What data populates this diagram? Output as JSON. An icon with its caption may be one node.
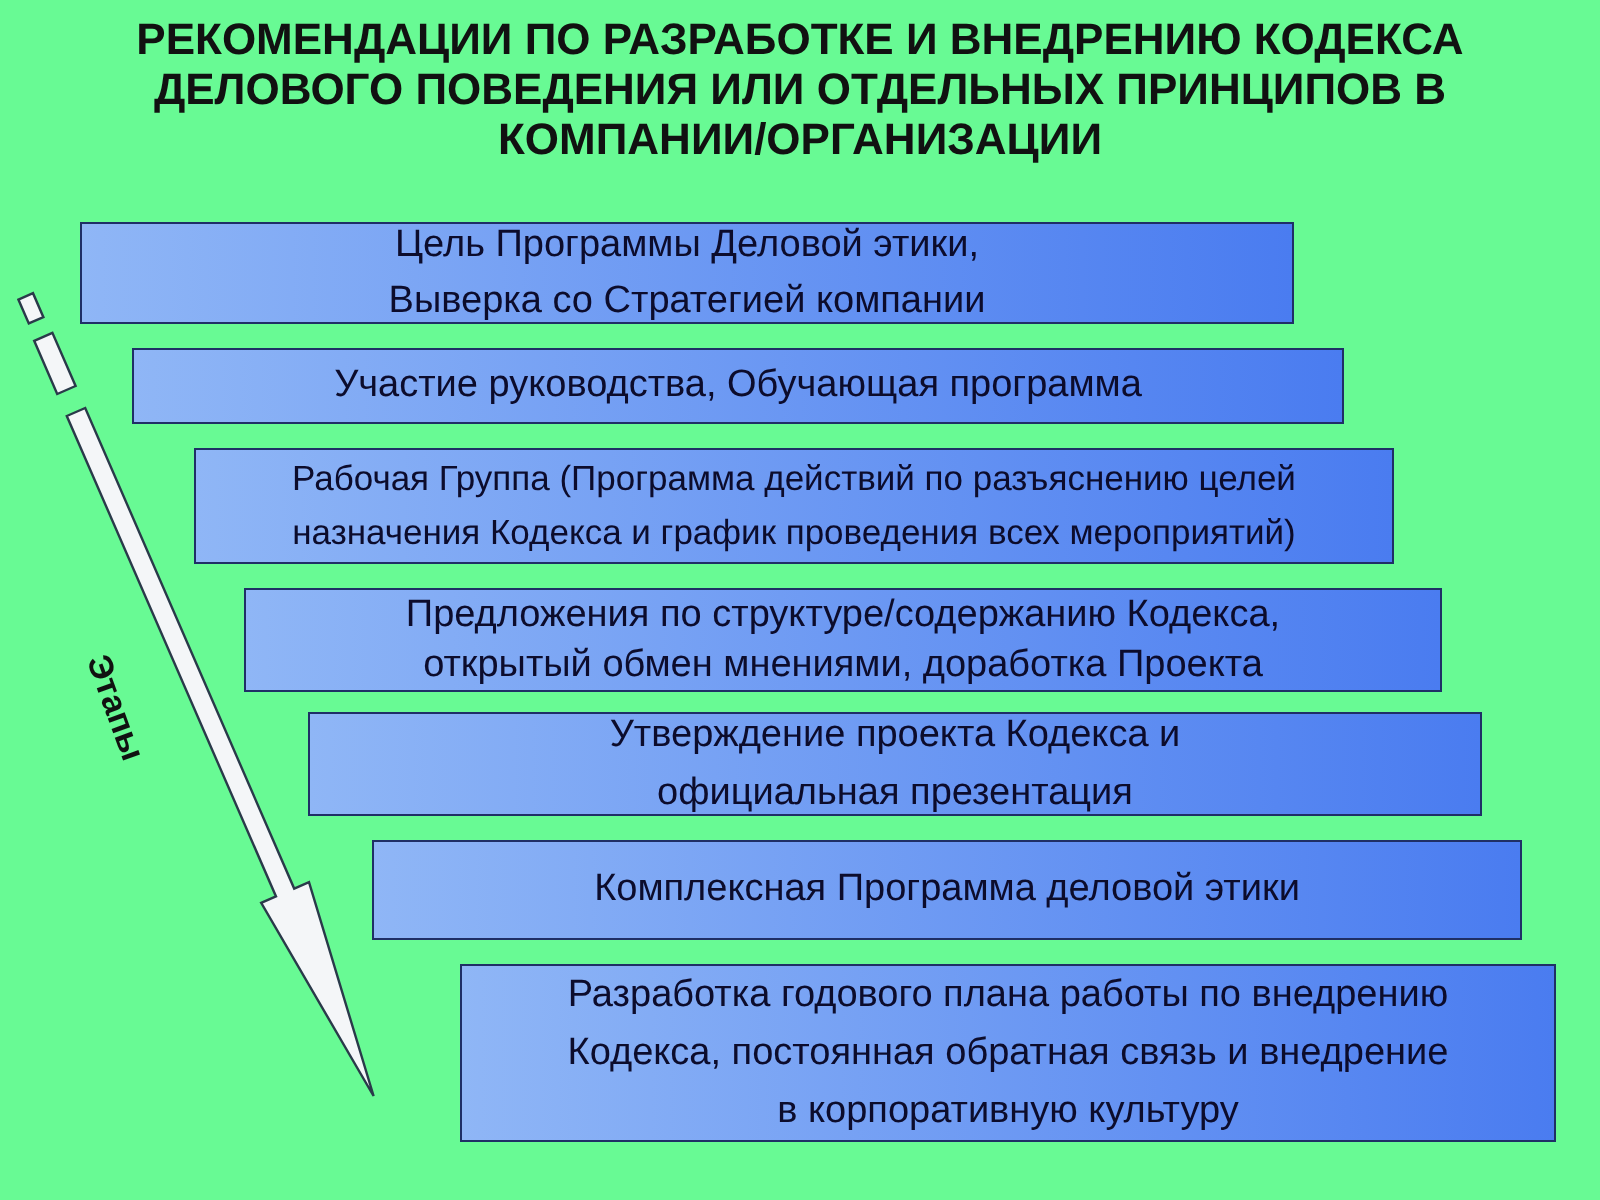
{
  "diagram": {
    "title": "РЕКОМЕНДАЦИИ ПО РАЗРАБОТКЕ И ВНЕДРЕНИЮ КОДЕКСА ДЕЛОВОГО ПОВЕДЕНИЯ ИЛИ ОТДЕЛЬНЫХ ПРИНЦИПОВ В КОМПАНИИ/ОРГАНИЗАЦИИ",
    "nodes": [
      {
        "text": [
          "Цель Программы Деловой этики, Выверка со Стратегией компании"
        ]
      },
      {
        "text": [
          "Участие руководства, Обучающая программа"
        ]
      },
      {
        "text": [
          "Рабочая Группа (Программа действий по разъяснению целей назначения Кодекса и график проведения всех мероприятий)"
        ]
      },
      {
        "text": [
          "Предложения по структуре/содержанию Кодекса, открытый обмен мнениями, доработка Проекта"
        ]
      },
      {
        "text": [
          "Утверждение проекта Кодекса и официальная презентация"
        ]
      },
      {
        "text": [
          "Комплексная Программа деловой этики"
        ]
      },
      {
        "text": [
          "Разработка годового плана работы по внедрению Кодекса, постоянная обратная связь и внедрение в корпоративную культуру"
        ]
      }
    ],
    "labels": [
      "Этапы"
    ]
  }
}
